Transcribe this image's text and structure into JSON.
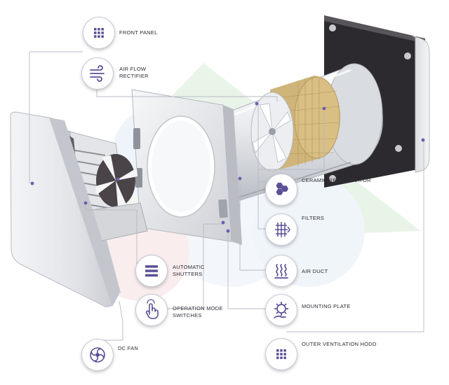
{
  "components": [
    {
      "id": "front-panel",
      "label": "FRONT PANEL",
      "icon": "grid-icon"
    },
    {
      "id": "air-flow-rectifier",
      "label": "AIR FLOW\nRECTIFIER",
      "icon": "air-flow-icon"
    },
    {
      "id": "ceramic-regenerator",
      "label": "CERAMIC REGENERATOR",
      "icon": "hexagons-icon"
    },
    {
      "id": "filters",
      "label": "FILTERS",
      "icon": "filter-icon"
    },
    {
      "id": "air-duct",
      "label": "AIR DUCT",
      "icon": "heat-waves-icon"
    },
    {
      "id": "mounting-plate",
      "label": "MOUNTING PLATE",
      "icon": "gear-hand-icon"
    },
    {
      "id": "outer-ventilation-hood",
      "label": "OUTER VENTILATION HODD",
      "icon": "grid-icon"
    },
    {
      "id": "automatic-shutters",
      "label": "AUTOMATIC\nSHUTTERS",
      "icon": "shutters-icon"
    },
    {
      "id": "operation-mode-switches",
      "label": "OPERATION MODE\nSWITCHES",
      "icon": "touch-hand-icon"
    },
    {
      "id": "dc-fan",
      "label": "DC FAN",
      "icon": "fan-icon"
    }
  ],
  "colors": {
    "icon": "#5b4f96",
    "leader_line": "#b8bac4",
    "dot": "#6a5fb0",
    "watermark_green": "#dff0df",
    "watermark_blue": "#e4eef8",
    "watermark_pink": "#f6e3e6"
  }
}
